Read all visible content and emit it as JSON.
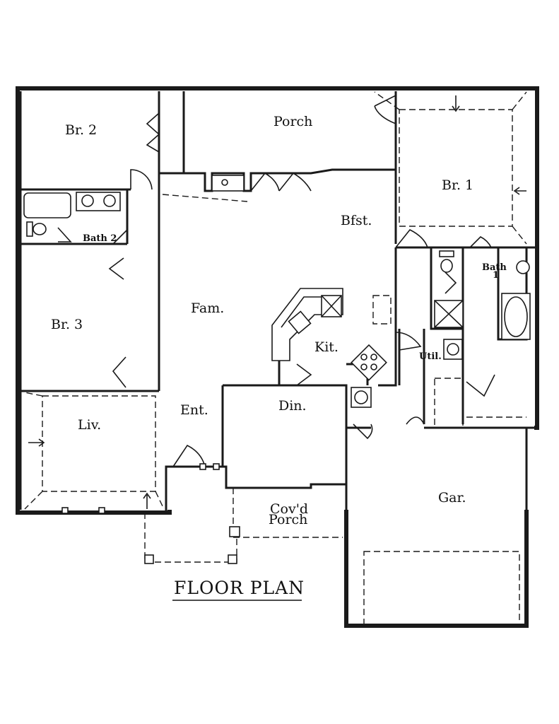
{
  "plan": {
    "title": "FLOOR PLAN",
    "rooms": {
      "br2": "Br. 2",
      "porch": "Porch",
      "br1": "Br. 1",
      "bath2": "Bath 2",
      "bfst": "Bfst.",
      "bath1_line1": "Bath",
      "bath1_line2": "1",
      "fam": "Fam.",
      "br3": "Br. 3",
      "kit": "Kit.",
      "util": "Util.",
      "liv": "Liv.",
      "ent": "Ent.",
      "din": "Din.",
      "gar": "Gar.",
      "covd_line1": "Cov'd",
      "covd_line2": "Porch"
    }
  }
}
